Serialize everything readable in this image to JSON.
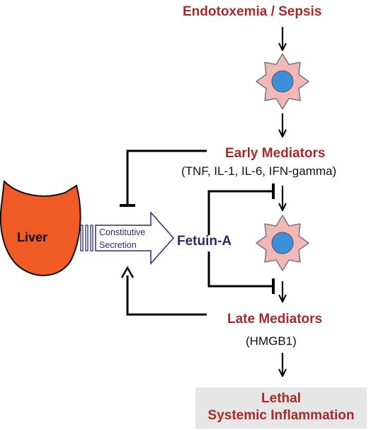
{
  "title": "Endotoxemia / Sepsis",
  "early_mediators": {
    "title": "Early Mediators",
    "list": "(TNF, IL-1, IL-6, IFN-gamma)"
  },
  "liver": {
    "label": "Liver"
  },
  "secretion": {
    "line1": "Constitutive",
    "line2": "Secretion"
  },
  "fetuin": {
    "label": "Fetuin-A"
  },
  "late_mediators": {
    "title": "Late Mediators",
    "list": "(HMGB1)"
  },
  "outcome": {
    "line1": "Lethal",
    "line2": "Systemic Inflammation"
  },
  "colors": {
    "heading_red": "#a52a2a",
    "fetuin_navy": "#2b2b6e",
    "cell_fill": "#f2b8b8",
    "cell_stroke": "#777777",
    "nucleus": "#3d8fd9",
    "liver_fill": "#f05a24",
    "outcome_box": "#e6e6e6"
  }
}
